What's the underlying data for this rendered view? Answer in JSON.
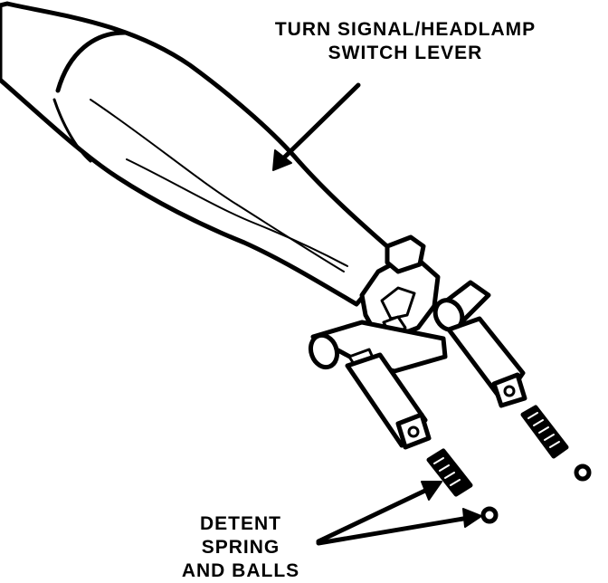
{
  "labels": {
    "lever": {
      "line1": "TURN SIGNAL/HEADLAMP",
      "line2": "SWITCH LEVER"
    },
    "detent": {
      "line1": "DETENT",
      "line2": "SPRING",
      "line3": "AND BALLS"
    }
  },
  "colors": {
    "ink": "#000000",
    "paper": "#ffffff"
  }
}
